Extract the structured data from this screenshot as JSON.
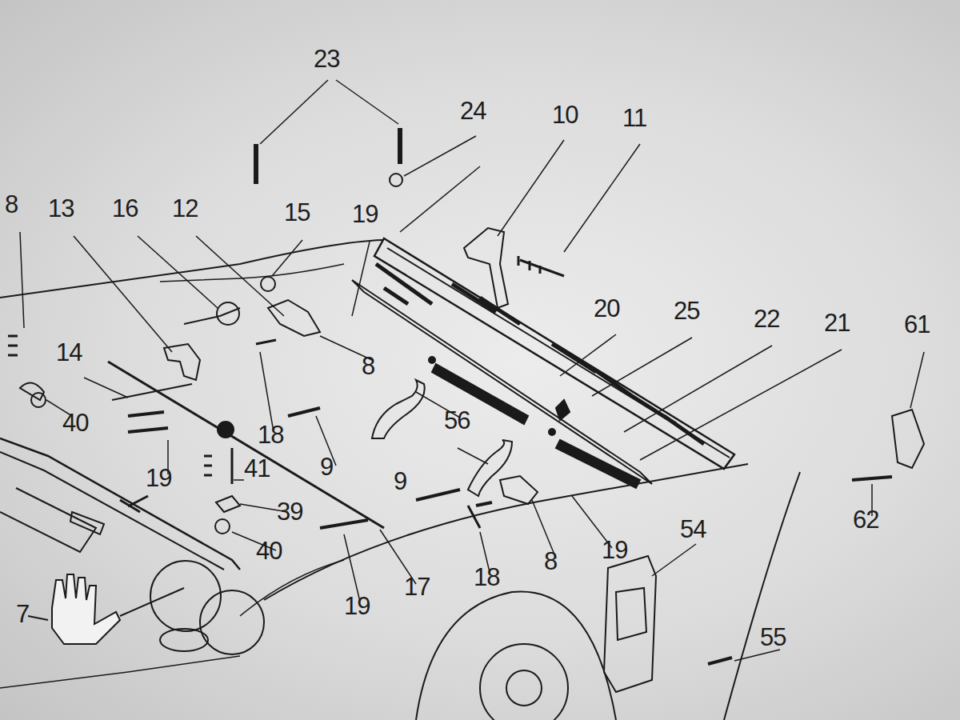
{
  "diagram": {
    "labels": [
      "23",
      "24",
      "10",
      "11",
      "8",
      "13",
      "16",
      "12",
      "15",
      "19",
      "20",
      "25",
      "22",
      "21",
      "61",
      "14",
      "8",
      "40",
      "18",
      "56",
      "19",
      "41",
      "9",
      "9",
      "39",
      "62",
      "54",
      "40",
      "8",
      "19",
      "17",
      "18",
      "19",
      "55",
      "7"
    ]
  }
}
